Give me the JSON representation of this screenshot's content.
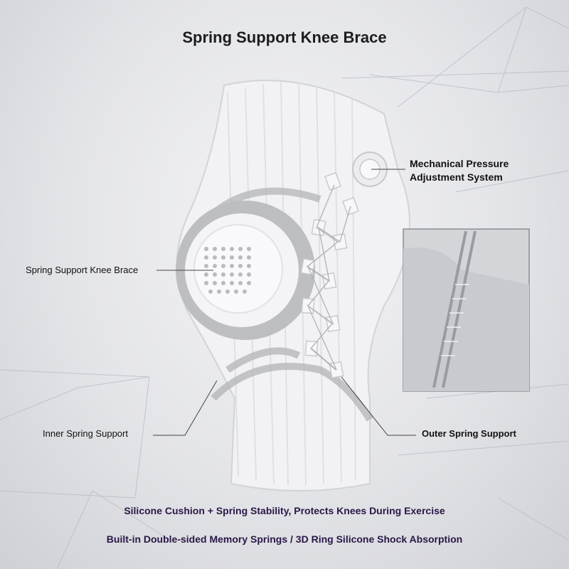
{
  "title": "Spring Support Knee Brace",
  "callouts": {
    "top_right": "Mechanical Pressure",
    "top_right_2": "Adjustment System",
    "left": "Spring Support Knee Brace",
    "inner": "Inner Spring Support",
    "outer": "Outer Spring Support"
  },
  "captions": [
    "Silicone Cushion + Spring Stability, Protects Knees During Exercise",
    "Built-in Double-sided Memory Springs / 3D Ring Silicone Shock Absorption"
  ]
}
